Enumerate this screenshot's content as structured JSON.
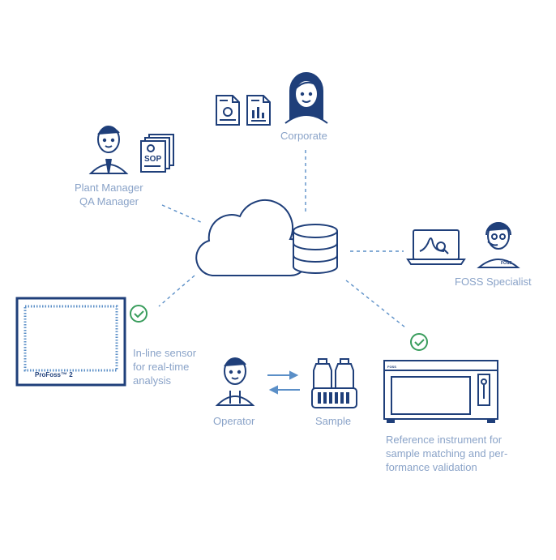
{
  "colors": {
    "ink": "#1f3f7a",
    "label": "#8aa3c8",
    "connector": "#5b8fc7",
    "check": "#3a9d5d",
    "arrow": "#5b8fc7",
    "background": "#ffffff"
  },
  "nodes": {
    "corporate": {
      "label": "Corporate",
      "icons": [
        "report-document-icon",
        "bar-chart-document-icon",
        "woman-avatar-icon"
      ]
    },
    "plant_manager": {
      "label_line1": "Plant Manager",
      "label_line2": "QA Manager",
      "icons": [
        "man-with-tie-avatar-icon",
        "sop-document-stack-icon"
      ],
      "sop_text": "SOP"
    },
    "cloud": {
      "icons": [
        "cloud-icon",
        "database-icon"
      ]
    },
    "foss_specialist": {
      "label": "FOSS Specialist",
      "icons": [
        "laptop-spectrum-icon",
        "headset-specialist-avatar-icon"
      ],
      "badge_text": "FOSS"
    },
    "inline_sensor": {
      "label_line1": "In-line sensor",
      "label_line2": "for real-time",
      "label_line3": "analysis",
      "device_text": "ProFoss™ 2",
      "icons": [
        "check-circle-icon"
      ]
    },
    "operator": {
      "label": "Operator",
      "icons": [
        "operator-avatar-icon"
      ]
    },
    "sample": {
      "label": "Sample",
      "icons": [
        "sample-bottles-icon",
        "exchange-arrows-icon"
      ]
    },
    "reference_instrument": {
      "label_line1": "Reference instrument for",
      "label_line2": "sample matching and per-",
      "label_line3": "formance validation",
      "icons": [
        "instrument-icon",
        "check-circle-icon"
      ],
      "brand_text": "FOSS"
    }
  }
}
